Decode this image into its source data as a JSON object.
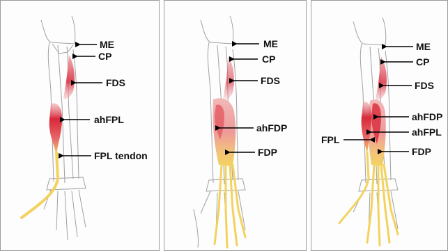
{
  "panels": [
    {
      "labels": {
        "me": "ME",
        "cp": "CP",
        "fds": "FDS",
        "ahfpl": "ahFPL",
        "fpl_tendon": "FPL tendon"
      }
    },
    {
      "labels": {
        "me": "ME",
        "cp": "CP",
        "fds": "FDS",
        "ahfdp": "ahFDP",
        "fdp": "FDP"
      }
    },
    {
      "labels": {
        "me": "ME",
        "cp": "CP",
        "fds": "FDS",
        "ahfdp": "ahFDP",
        "ahfpl": "ahFPL",
        "fpl": "FPL",
        "fdp": "FDP"
      }
    }
  ],
  "colors": {
    "muscle_red": "#d8283a",
    "muscle_pink": "#f0a7ab",
    "tendon_yellow": "#f3d25e",
    "bone_line": "#9b9b9b",
    "arrow": "#000000"
  }
}
